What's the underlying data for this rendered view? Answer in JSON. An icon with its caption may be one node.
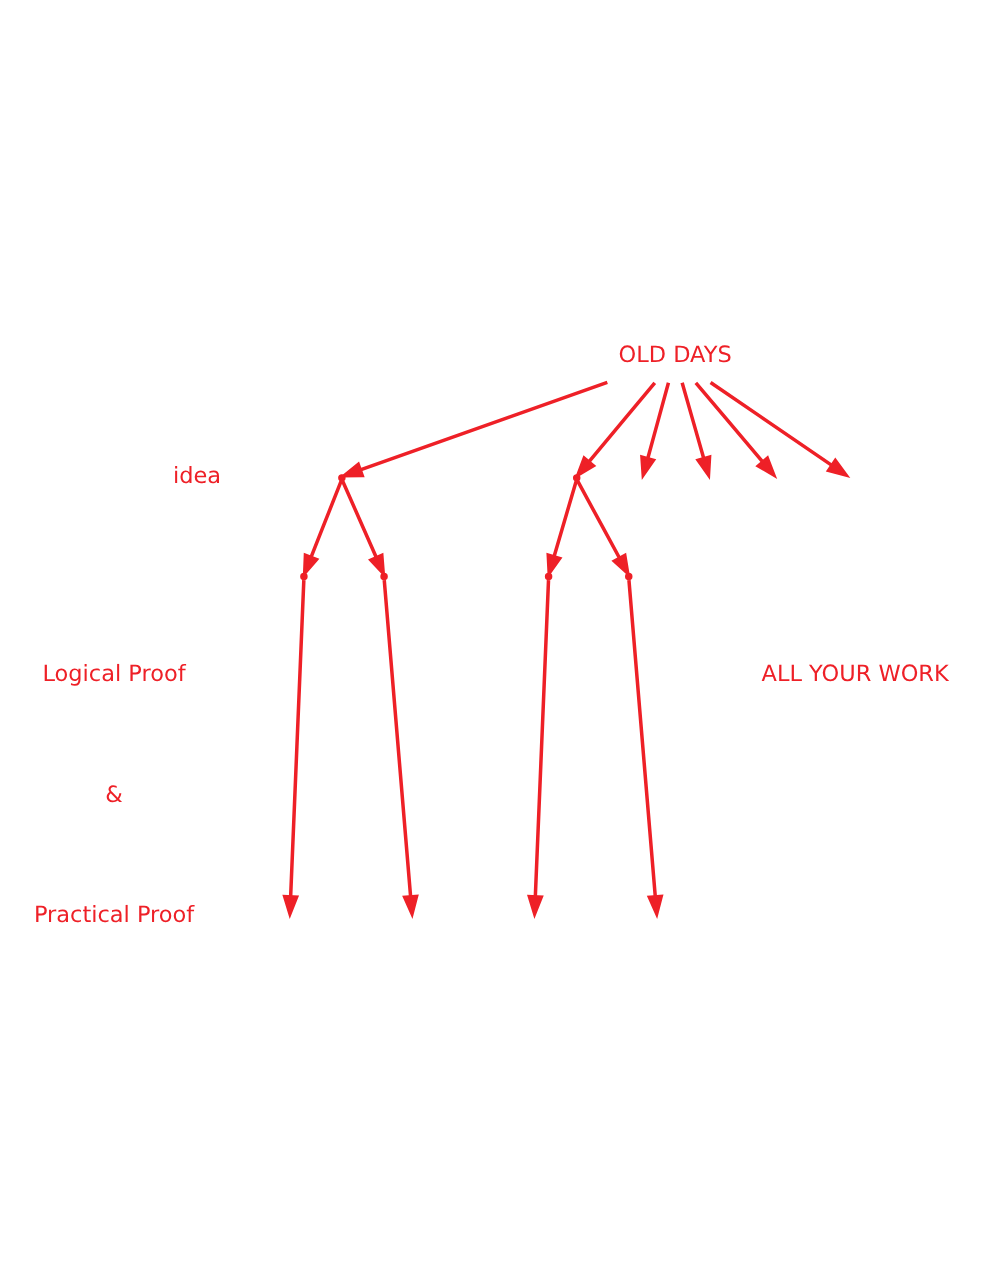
{
  "diagram": {
    "nodes": [
      {
        "text": [
          "OLD DAYS"
        ]
      },
      {
        "text": [],
        "shape": "point"
      },
      {
        "text": [],
        "shape": "point"
      },
      {
        "text": [],
        "shape": "point"
      },
      {
        "text": [],
        "shape": "point"
      },
      {
        "text": [],
        "shape": "point"
      },
      {
        "text": [],
        "shape": "point"
      }
    ],
    "edges": [
      {
        "from": 0,
        "to": 1,
        "arrow": "to"
      },
      {
        "from": 0,
        "to": 2,
        "arrow": "to"
      },
      {
        "from": 0,
        "to": null,
        "arrow": "to"
      },
      {
        "from": 0,
        "to": null,
        "arrow": "to"
      },
      {
        "from": 0,
        "to": null,
        "arrow": "to"
      },
      {
        "from": 0,
        "to": null,
        "arrow": "to"
      },
      {
        "from": 1,
        "to": 3,
        "arrow": "to"
      },
      {
        "from": 1,
        "to": 4,
        "arrow": "to"
      },
      {
        "from": 2,
        "to": 5,
        "arrow": "to"
      },
      {
        "from": 2,
        "to": 6,
        "arrow": "to"
      },
      {
        "from": 3,
        "to": null,
        "arrow": "to"
      },
      {
        "from": 4,
        "to": null,
        "arrow": "to"
      },
      {
        "from": 5,
        "to": null,
        "arrow": "to"
      },
      {
        "from": 6,
        "to": null,
        "arrow": "to"
      }
    ],
    "labels": [
      "idea",
      "Logical Proof",
      "&",
      "Practical Proof",
      "ALL YOUR WORK"
    ]
  }
}
